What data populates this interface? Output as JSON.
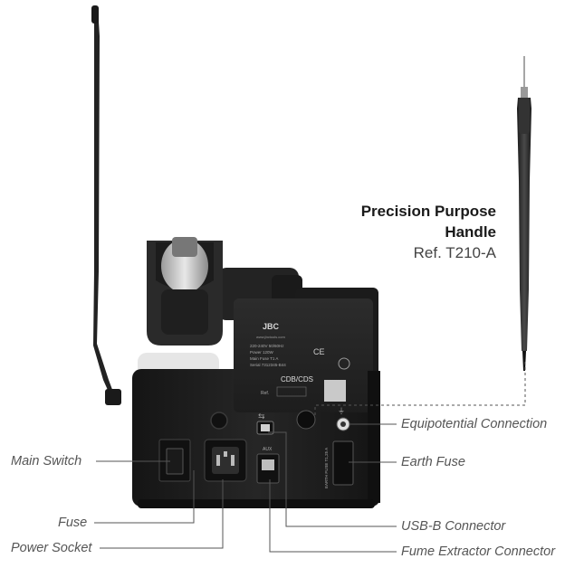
{
  "handle": {
    "title_line1": "Precision Purpose",
    "title_line2": "Handle",
    "ref": "Ref. T210-A"
  },
  "station": {
    "brand": "JBC",
    "website": "www.jbctools.com",
    "model": "CDB/CDS",
    "ref_label": "Ref.",
    "spec_lines": [
      "220-240V 50/60Hz",
      "Power 120W",
      "Main Fuse T1 A",
      "Serial 7312345-B44"
    ],
    "aux_label": "AUX",
    "earth_fuse_label": "EARTH FUSE T1,25 A",
    "ground_symbol": "⏚",
    "ce_mark": "CE"
  },
  "callouts": {
    "equipotential": "Equipotential Connection",
    "earth_fuse": "Earth Fuse",
    "main_switch": "Main Switch",
    "fuse": "Fuse",
    "power_socket": "Power Socket",
    "usb_b": "USB-B Connector",
    "fume_extractor": "Fume Extractor Connector"
  },
  "colors": {
    "station_body": "#1e1e1e",
    "label_text": "#555555",
    "leader_line": "#555555"
  }
}
